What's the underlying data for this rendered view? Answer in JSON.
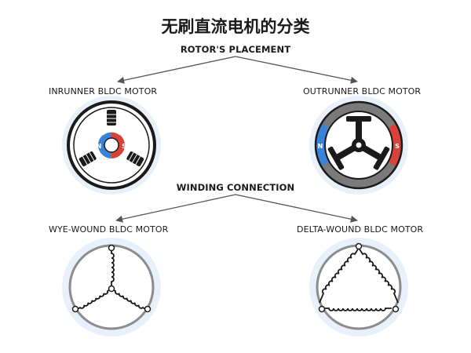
{
  "title": "无刷直流电机的分类",
  "sections": {
    "rotor_placement": "ROTOR'S PLACEMENT",
    "winding_connection": "WINDING CONNECTION"
  },
  "motors": {
    "inrunner": "INRUNNER BLDC MOTOR",
    "outrunner": "OUTRUNNER BLDC MOTOR",
    "wye": "WYE-WOUND BLDC MOTOR",
    "delta": "DELTA-WOUND BLDC MOTOR"
  },
  "poles": {
    "north": "N",
    "south": "S"
  },
  "colors": {
    "north": "#3a83d8",
    "south": "#d9423b",
    "dark": "#1a1a1a",
    "ring": "#8c8c8c",
    "halo": "#e8f1fb",
    "arrow": "#555555"
  }
}
